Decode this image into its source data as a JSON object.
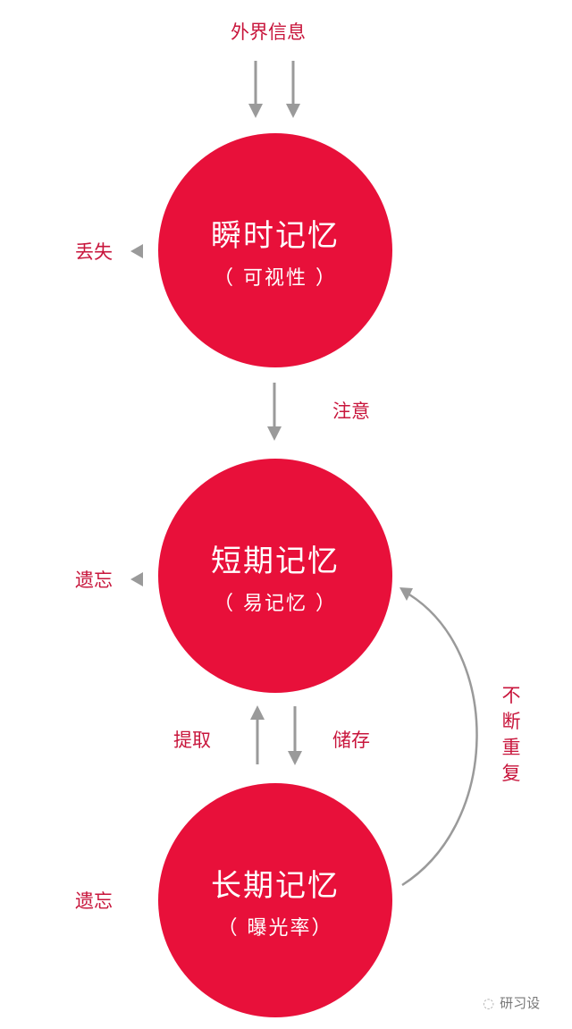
{
  "input_label": "外界信息",
  "stages": [
    {
      "title": "瞬时记忆",
      "subtitle": "（ 可视性 ）",
      "loss": "丢失"
    },
    {
      "title": "短期记忆",
      "subtitle": "（ 易记忆 ）",
      "loss": "遗忘"
    },
    {
      "title": "长期记忆",
      "subtitle": "（ 曝光率）",
      "loss": "遗忘"
    }
  ],
  "edges": {
    "attention": "注意",
    "retrieve": "提取",
    "store": "储存",
    "repeat": "不断重复"
  },
  "watermark": "研习设",
  "colors": {
    "circle": "#e8103a",
    "label": "#c8163c",
    "arrow": "#9a9a9a"
  }
}
